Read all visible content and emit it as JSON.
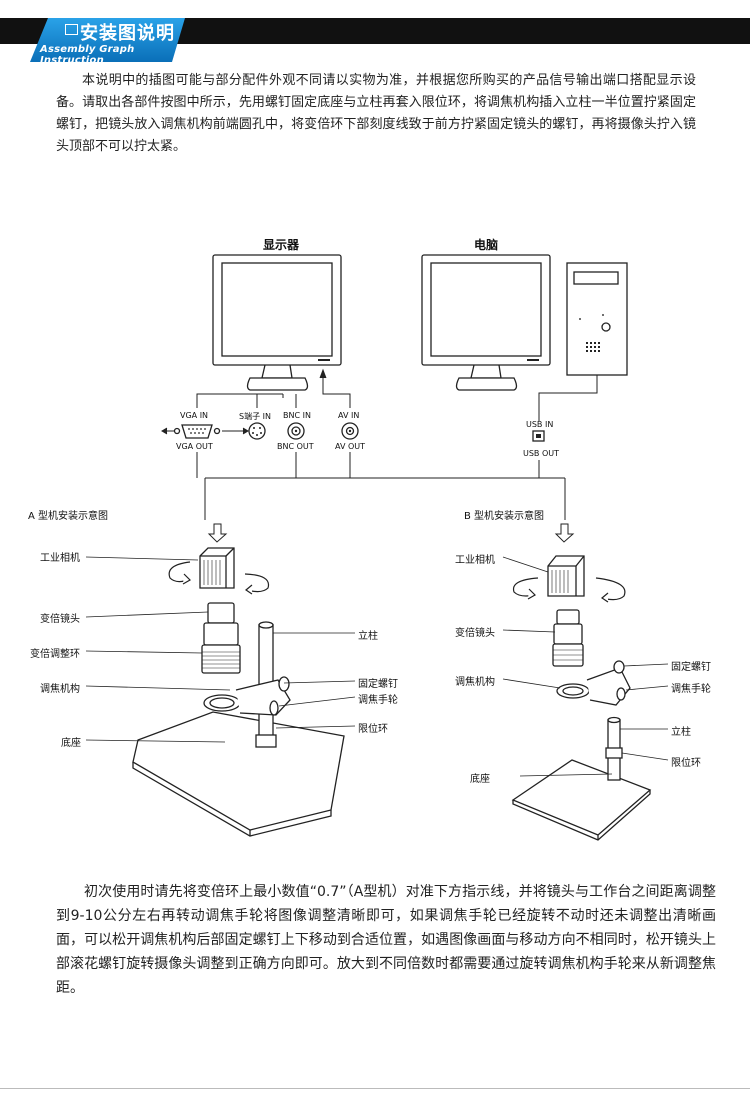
{
  "header": {
    "title": "安装图说明",
    "subtitle": "Assembly Graph Instruction"
  },
  "intro_text": "本说明中的插图可能与部分配件外观不同请以实物为准，并根据您所购买的产品信号输出端口搭配显示设备。请取出各部件按图中所示，先用螺钉固定底座与立柱再套入限位环，将调焦机构插入立柱一半位置拧紧固定螺钉，把镜头放入调焦机构前端圆孔中，将变倍环下部刻度线致于前方拧紧固定镜头的螺钉，再将摄像头拧入镜头顶部不可以拧太紧。",
  "diagram": {
    "monitor_title": "显示器",
    "computer_title": "电脑",
    "ports_in": [
      "VGA IN",
      "S端子 IN",
      "BNC IN",
      "AV IN"
    ],
    "ports_out": [
      "VGA OUT",
      "BNC OUT",
      "AV OUT"
    ],
    "usb_in": "USB IN",
    "usb_out": "USB OUT",
    "type_a": {
      "title": "A 型机安装示意图",
      "labels": {
        "camera": "工业相机",
        "zoom_lens": "变倍镜头",
        "zoom_ring": "变倍调整环",
        "focus_mech": "调焦机构",
        "base": "底座",
        "pillar": "立柱",
        "fix_screw": "固定螺钉",
        "focus_knob": "调焦手轮",
        "limit_ring": "限位环"
      }
    },
    "type_b": {
      "title": "B 型机安装示意图",
      "labels": {
        "camera": "工业相机",
        "zoom_lens": "变倍镜头",
        "focus_mech": "调焦机构",
        "fix_screw": "固定螺钉",
        "focus_knob": "调焦手轮",
        "pillar": "立柱",
        "limit_ring": "限位环",
        "base": "底座"
      }
    }
  },
  "usage_text": "初次使用时请先将变倍环上最小数值“0.7”（A型机）对准下方指示线，并将镜头与工作台之间距离调整到9-10公分左右再转动调焦手轮将图像调整清晰即可，如果调焦手轮已经旋转不动时还未调整出清晰画面，可以松开调焦机构后部固定螺钉上下移动到合适位置，如遇图像画面与移动方向不相同时，松开镜头上部滚花螺钉旋转摄像头调整到正确方向即可。放大到不同倍数时都需要通过旋转调焦机构手轮来从新调整焦距。"
}
